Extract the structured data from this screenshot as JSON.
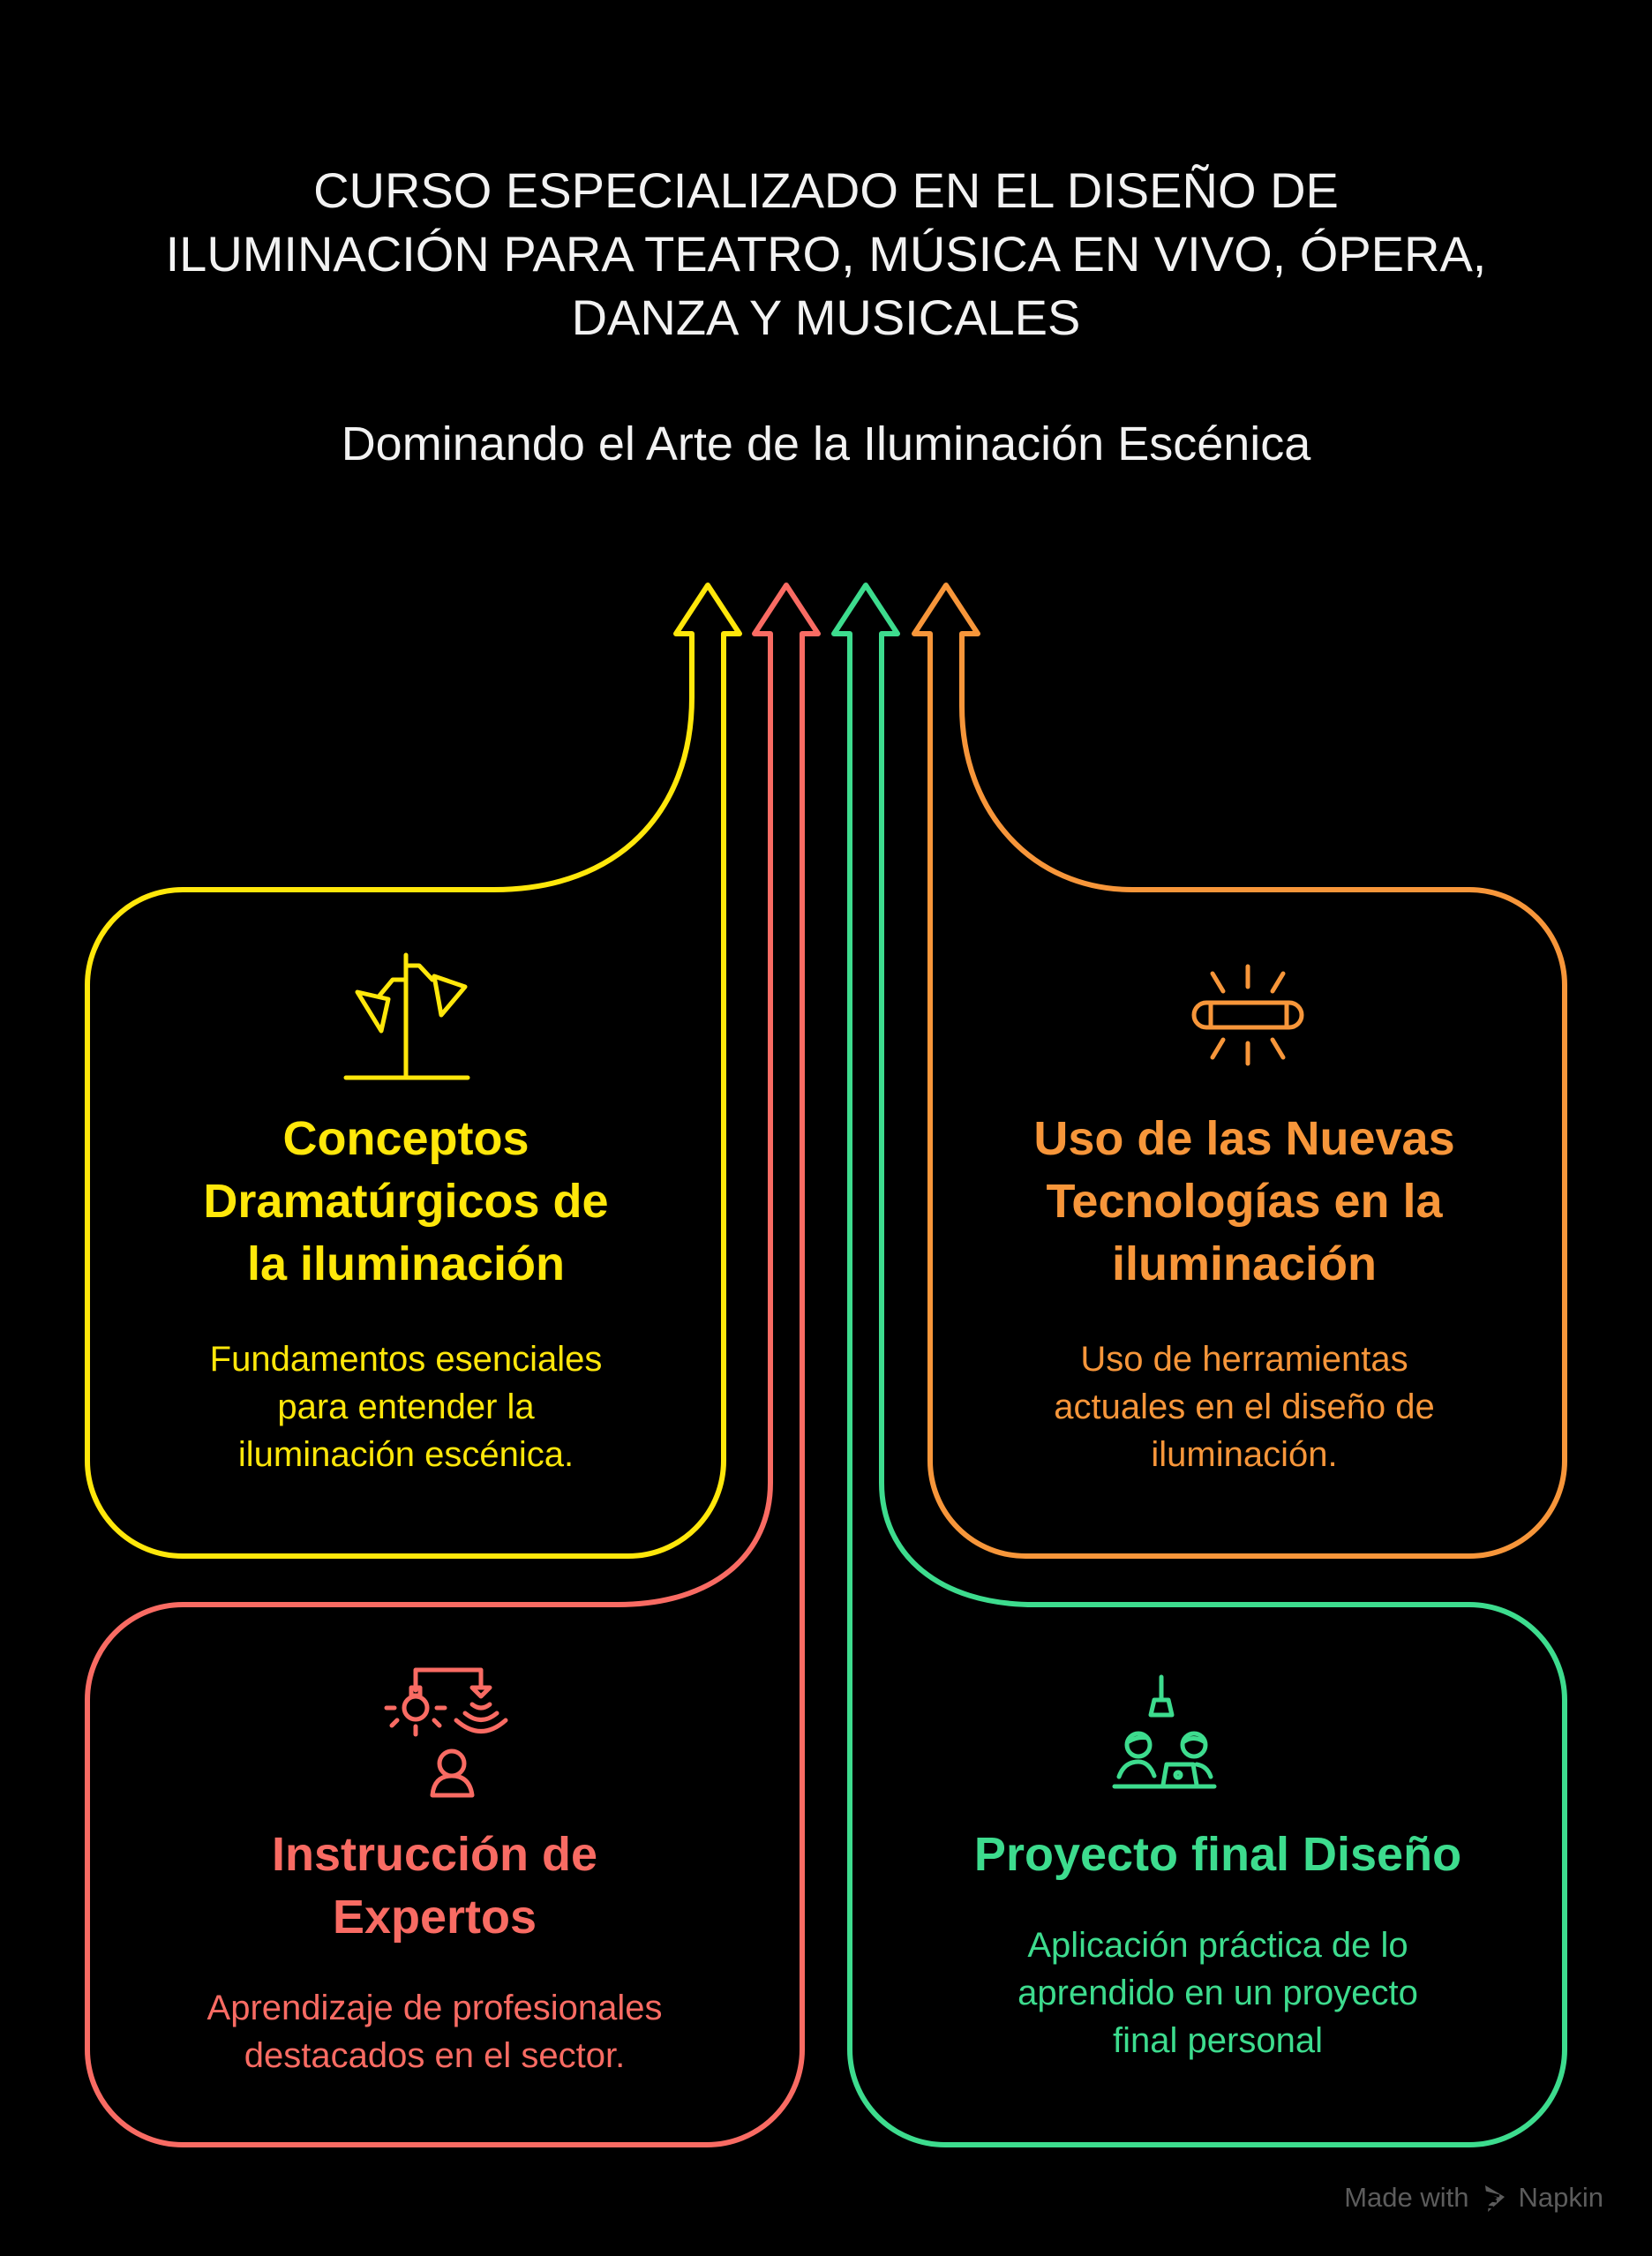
{
  "header": {
    "title_lines": [
      "CURSO ESPECIALIZADO EN EL DISEÑO DE",
      "ILUMINACIÓN PARA TEATRO, MÚSICA EN VIVO, ÓPERA,",
      "DANZA Y MUSICALES"
    ],
    "subtitle": "Dominando el Arte de la Iluminación Escénica"
  },
  "colors": {
    "background": "#000000",
    "text": "#f2f2f2",
    "yellow": "#FFE70A",
    "red": "#F96B63",
    "green": "#3DDC8E",
    "orange": "#F7963A",
    "footer": "#5c5c5c"
  },
  "cards": [
    {
      "id": "conceptos",
      "color": "#FFE70A",
      "icon": "stage-lamp-icon",
      "title_lines": [
        "Conceptos",
        "Dramatúrgicos de",
        "la iluminación"
      ],
      "desc_lines": [
        "Fundamentos esenciales",
        "para entender la",
        "iluminación escénica."
      ]
    },
    {
      "id": "nuevas-tecnologias",
      "color": "#F7963A",
      "icon": "led-bar-light-icon",
      "title_lines": [
        "Uso de las Nuevas",
        "Tecnologías en la",
        "iluminación"
      ],
      "desc_lines": [
        "Uso de herramientas",
        "actuales en el diseño de",
        "iluminación."
      ]
    },
    {
      "id": "instruccion-expertos",
      "color": "#F96B63",
      "icon": "expert-instruction-icon",
      "title_lines": [
        "Instrucción de",
        "Expertos"
      ],
      "desc_lines": [
        "Aprendizaje de profesionales",
        "destacados en el sector."
      ]
    },
    {
      "id": "proyecto-final",
      "color": "#3DDC8E",
      "icon": "team-project-icon",
      "title_lines": [
        "Proyecto final Diseño"
      ],
      "desc_lines": [
        "Aplicación práctica de lo",
        "aprendido en un proyecto",
        "final personal"
      ]
    }
  ],
  "footer": {
    "made_with": "Made with",
    "brand": "Napkin",
    "logo_icon": "napkin-logo-icon"
  }
}
